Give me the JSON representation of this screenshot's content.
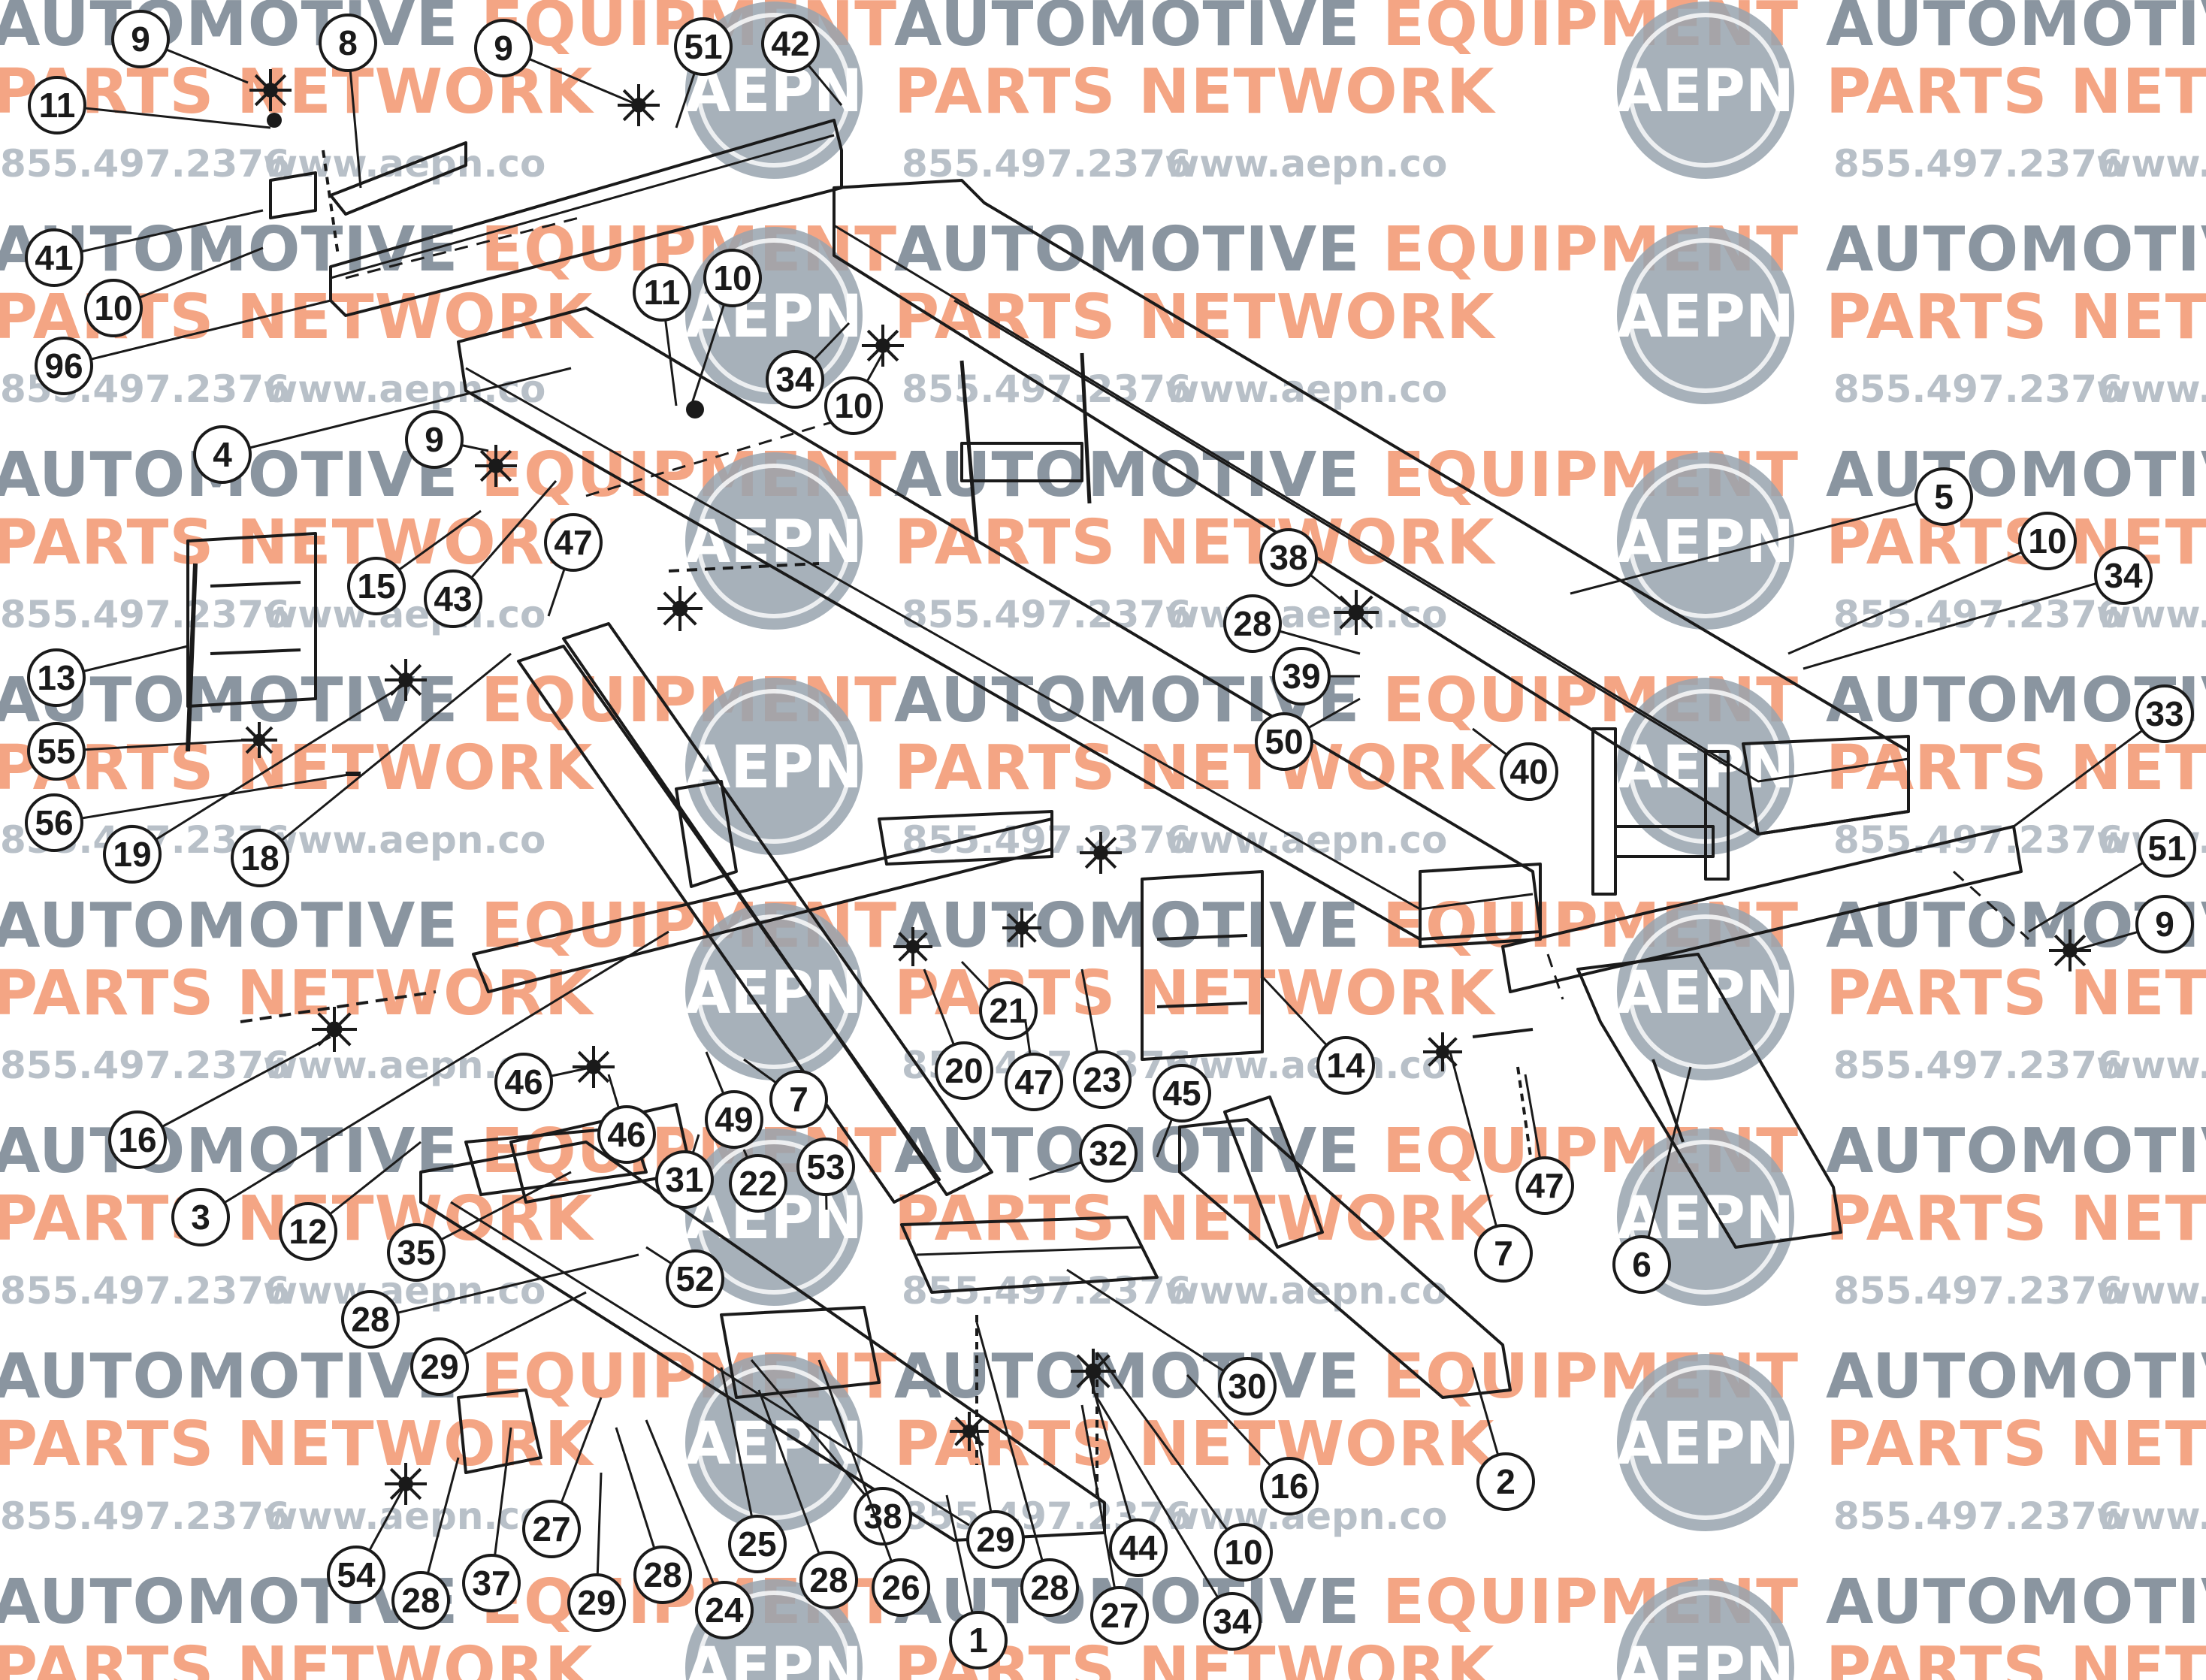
{
  "colors": {
    "watermark_gray": "#8a95a0",
    "watermark_salmon": "#f4a584",
    "watermark_contact": "#b8c0c8",
    "logo_gray": "#98a3ae",
    "line": "#1a1a1a",
    "callout_fill": "#ffffff"
  },
  "watermark": {
    "line1_a": "AUTOMOTIVE",
    "line1_b": "EQUIPMENT",
    "line2_a": "PARTS",
    "line2_b": "NETWORK",
    "phone": "855.497.2376",
    "url": "www.aepn.co",
    "logo_text": "AEPN"
  },
  "callouts": [
    {
      "id": "c9a",
      "label": "9"
    },
    {
      "id": "c8",
      "label": "8"
    },
    {
      "id": "c9b",
      "label": "9"
    },
    {
      "id": "c51a",
      "label": "51"
    },
    {
      "id": "c42",
      "label": "42"
    },
    {
      "id": "c11a",
      "label": "11"
    },
    {
      "id": "c41",
      "label": "41"
    },
    {
      "id": "c10a",
      "label": "10"
    },
    {
      "id": "c96",
      "label": "96"
    },
    {
      "id": "c11b",
      "label": "11"
    },
    {
      "id": "c10b",
      "label": "10"
    },
    {
      "id": "c34a",
      "label": "34"
    },
    {
      "id": "c10c",
      "label": "10"
    },
    {
      "id": "c4",
      "label": "4"
    },
    {
      "id": "c9c",
      "label": "9"
    },
    {
      "id": "c15",
      "label": "15"
    },
    {
      "id": "c43",
      "label": "43"
    },
    {
      "id": "c47a",
      "label": "47"
    },
    {
      "id": "c13",
      "label": "13"
    },
    {
      "id": "c55",
      "label": "55"
    },
    {
      "id": "c56",
      "label": "56"
    },
    {
      "id": "c19",
      "label": "19"
    },
    {
      "id": "c18",
      "label": "18"
    },
    {
      "id": "c5",
      "label": "5"
    },
    {
      "id": "c10d",
      "label": "10"
    },
    {
      "id": "c34b",
      "label": "34"
    },
    {
      "id": "c38a",
      "label": "38"
    },
    {
      "id": "c28a",
      "label": "28"
    },
    {
      "id": "c39",
      "label": "39"
    },
    {
      "id": "c50",
      "label": "50"
    },
    {
      "id": "c40",
      "label": "40"
    },
    {
      "id": "c33",
      "label": "33"
    },
    {
      "id": "c51b",
      "label": "51"
    },
    {
      "id": "c9d",
      "label": "9"
    },
    {
      "id": "c21",
      "label": "21"
    },
    {
      "id": "c20",
      "label": "20"
    },
    {
      "id": "c47b",
      "label": "47"
    },
    {
      "id": "c23",
      "label": "23"
    },
    {
      "id": "c45",
      "label": "45"
    },
    {
      "id": "c14",
      "label": "14"
    },
    {
      "id": "c16a",
      "label": "16"
    },
    {
      "id": "c46a",
      "label": "46"
    },
    {
      "id": "c46b",
      "label": "46"
    },
    {
      "id": "c49",
      "label": "49"
    },
    {
      "id": "c7a",
      "label": "7"
    },
    {
      "id": "c3",
      "label": "3"
    },
    {
      "id": "c12",
      "label": "12"
    },
    {
      "id": "c31",
      "label": "31"
    },
    {
      "id": "c22",
      "label": "22"
    },
    {
      "id": "c53",
      "label": "53"
    },
    {
      "id": "c32",
      "label": "32"
    },
    {
      "id": "c47c",
      "label": "47"
    },
    {
      "id": "c7b",
      "label": "7"
    },
    {
      "id": "c6",
      "label": "6"
    },
    {
      "id": "c35",
      "label": "35"
    },
    {
      "id": "c52",
      "label": "52"
    },
    {
      "id": "c28b",
      "label": "28"
    },
    {
      "id": "c29a",
      "label": "29"
    },
    {
      "id": "c30",
      "label": "30"
    },
    {
      "id": "c16b",
      "label": "16"
    },
    {
      "id": "c2",
      "label": "2"
    },
    {
      "id": "c38b",
      "label": "38"
    },
    {
      "id": "c27a",
      "label": "27"
    },
    {
      "id": "c25",
      "label": "25"
    },
    {
      "id": "c28c",
      "label": "28"
    },
    {
      "id": "c26",
      "label": "26"
    },
    {
      "id": "c29b",
      "label": "29"
    },
    {
      "id": "c44",
      "label": "44"
    },
    {
      "id": "c10e",
      "label": "10"
    },
    {
      "id": "c54",
      "label": "54"
    },
    {
      "id": "c28d",
      "label": "28"
    },
    {
      "id": "c37",
      "label": "37"
    },
    {
      "id": "c29c",
      "label": "29"
    },
    {
      "id": "c28e",
      "label": "28"
    },
    {
      "id": "c24",
      "label": "24"
    },
    {
      "id": "c28f",
      "label": "28"
    },
    {
      "id": "c27b",
      "label": "27"
    },
    {
      "id": "c34c",
      "label": "34"
    },
    {
      "id": "c1",
      "label": "1"
    }
  ]
}
